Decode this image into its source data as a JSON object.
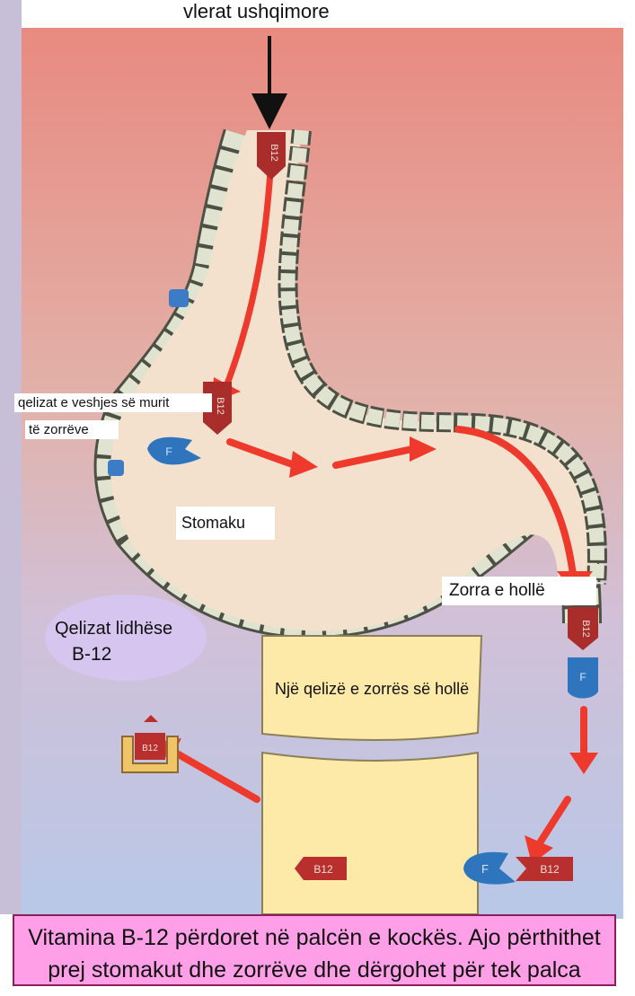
{
  "labels": {
    "input": "vlerat ushqimore",
    "wall_cells_line1": "qelizat e veshjes së murit",
    "wall_cells_line2": "të zorrëve",
    "stomach": "Stomaku",
    "small_intestine": "Zorra e hollë",
    "binding_cells_line1": "Qelizat lidhëse",
    "binding_cells_line2": "B-12",
    "intestine_cell": "Një qelizë e zorrës së hollë"
  },
  "molecules": {
    "b12": "B12",
    "factor": "F"
  },
  "caption": "Vitamina B-12 përdoret në palcën e kockës. Ajo përthithet prej stomakut dhe zorrëve dhe dërgohet për tek palca",
  "colors": {
    "background_top": "#e88a80",
    "background_middle": "#d7bcc9",
    "background_bottom": "#b8c8e8",
    "lumen": "#f3e1cd",
    "wall_cell": "#dfe3d0",
    "wall_outline": "#4c5144",
    "arrow": "#ee3a2c",
    "b12_tag": "#a92d2b",
    "factor_tag": "#2f75bd",
    "cell_fill": "#fdeaa8",
    "caption_bg": "#ff9fe7",
    "purple_blob": "#d6c5ef"
  }
}
